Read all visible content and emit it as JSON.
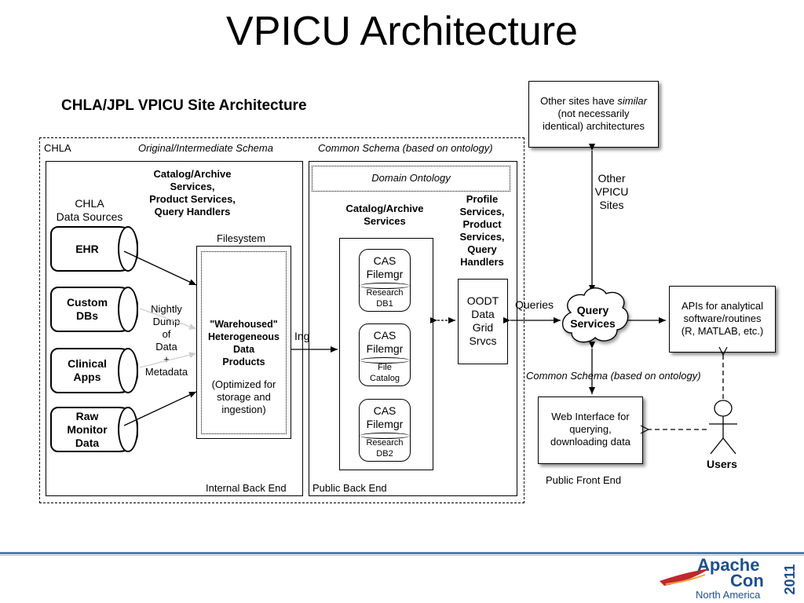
{
  "slide": {
    "title": "VPICU Architecture"
  },
  "diagram": {
    "title": "CHLA/JPL VPICU Site Architecture",
    "chla_label": "CHLA",
    "orig_schema": "Original/Intermediate  Schema",
    "common_schema_top": "Common Schema (based on ontology)",
    "catalog_left": [
      "Catalog/Archive",
      "Services,",
      "Product Services,",
      "Query Handlers"
    ],
    "chla_sources": [
      "CHLA",
      "Data Sources"
    ],
    "sources": [
      [
        "EHR"
      ],
      [
        "Custom",
        "DBs"
      ],
      [
        "Clinical",
        "Apps"
      ],
      [
        "Raw",
        "Monitor",
        "Data"
      ]
    ],
    "nightly": [
      "Nightly",
      "Dump",
      "of",
      "Data",
      "+",
      "Metadata"
    ],
    "filesystem": "Filesystem",
    "warehoused": [
      "\"Warehoused\"",
      "Heterogeneous",
      "Data",
      "Products"
    ],
    "optimized": [
      "(Optimized for",
      "storage and",
      "ingestion)"
    ],
    "ingest": "Ingest",
    "internal_back_end": "Internal Back End",
    "domain_ontology": "Domain Ontology",
    "catalog_right": [
      "Catalog/Archive",
      "Services"
    ],
    "profile": [
      "Profile",
      "Services,",
      "Product",
      "Services,",
      "Query",
      "Handlers"
    ],
    "cas": [
      {
        "name": [
          "CAS",
          "Filemgr"
        ],
        "sub": [
          "Research",
          "DB1"
        ]
      },
      {
        "name": [
          "CAS",
          "Filemgr"
        ],
        "sub": [
          "File",
          "Catalog"
        ]
      },
      {
        "name": [
          "CAS",
          "Filemgr"
        ],
        "sub": [
          "Research",
          "DB2"
        ]
      }
    ],
    "oodt": [
      "OODT",
      "Data",
      "Grid",
      "Srvcs"
    ],
    "public_back_end": "Public Back End",
    "queries": "Queries",
    "query_services": [
      "Query",
      "Services"
    ],
    "other_sites": [
      "Other sites have ",
      "similar",
      "(not necessarily",
      "identical) architectures"
    ],
    "other_vpicu": [
      "Other",
      "VPICU",
      "Sites"
    ],
    "apis": [
      "APIs for analytical",
      "software/routines",
      "(R, MATLAB, etc.)"
    ],
    "common_schema_bottom": "Common Schema (based on ontology)",
    "web_interface": [
      "Web Interface for",
      "querying,",
      "downloading data"
    ],
    "public_front_end": "Public Front End",
    "users": "Users"
  },
  "footer": {
    "logo_apache": "Apache",
    "logo_con": "Con",
    "logo_region": "North America",
    "logo_year": "2011",
    "colors": {
      "rule": "#4a7fb5",
      "apache_blue": "#1f4e8c",
      "feather_red": "#c0282d"
    }
  }
}
